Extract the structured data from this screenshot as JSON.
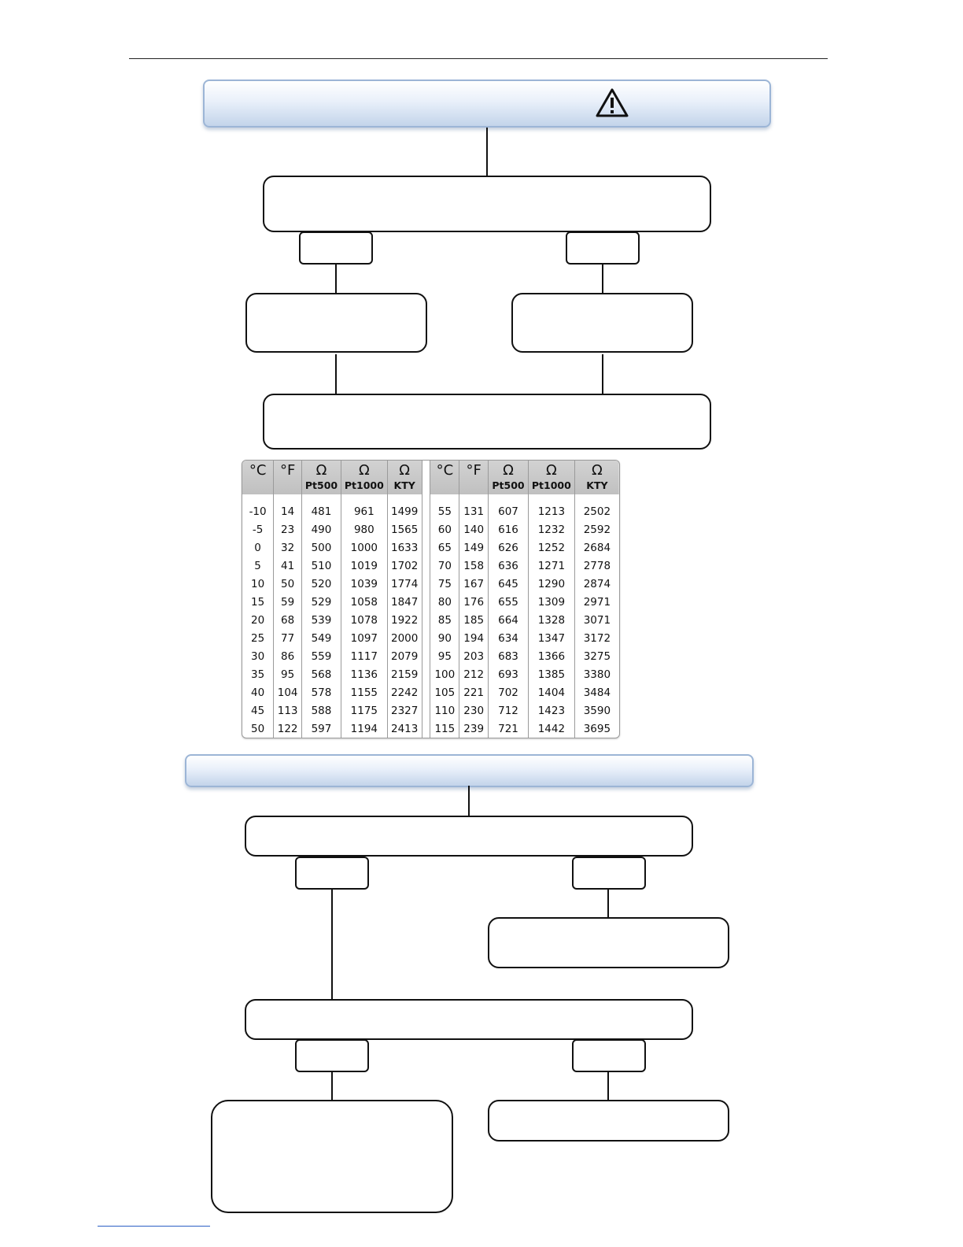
{
  "temperature_table": {
    "headers": [
      {
        "unit": "°C",
        "sub": ""
      },
      {
        "unit": "°F",
        "sub": ""
      },
      {
        "unit": "Ω",
        "sub": "Pt500"
      },
      {
        "unit": "Ω",
        "sub": "Pt1000"
      },
      {
        "unit": "Ω",
        "sub": "KTY"
      },
      {
        "unit": "°C",
        "sub": ""
      },
      {
        "unit": "°F",
        "sub": ""
      },
      {
        "unit": "Ω",
        "sub": "Pt500"
      },
      {
        "unit": "Ω",
        "sub": "Pt1000"
      },
      {
        "unit": "Ω",
        "sub": "KTY"
      }
    ],
    "rows": [
      [
        "-10",
        "14",
        "481",
        "961",
        "1499",
        "55",
        "131",
        "607",
        "1213",
        "2502"
      ],
      [
        "-5",
        "23",
        "490",
        "980",
        "1565",
        "60",
        "140",
        "616",
        "1232",
        "2592"
      ],
      [
        "0",
        "32",
        "500",
        "1000",
        "1633",
        "65",
        "149",
        "626",
        "1252",
        "2684"
      ],
      [
        "5",
        "41",
        "510",
        "1019",
        "1702",
        "70",
        "158",
        "636",
        "1271",
        "2778"
      ],
      [
        "10",
        "50",
        "520",
        "1039",
        "1774",
        "75",
        "167",
        "645",
        "1290",
        "2874"
      ],
      [
        "15",
        "59",
        "529",
        "1058",
        "1847",
        "80",
        "176",
        "655",
        "1309",
        "2971"
      ],
      [
        "20",
        "68",
        "539",
        "1078",
        "1922",
        "85",
        "185",
        "664",
        "1328",
        "3071"
      ],
      [
        "25",
        "77",
        "549",
        "1097",
        "2000",
        "90",
        "194",
        "634",
        "1347",
        "3172"
      ],
      [
        "30",
        "86",
        "559",
        "1117",
        "2079",
        "95",
        "203",
        "683",
        "1366",
        "3275"
      ],
      [
        "35",
        "95",
        "568",
        "1136",
        "2159",
        "100",
        "212",
        "693",
        "1385",
        "3380"
      ],
      [
        "40",
        "104",
        "578",
        "1155",
        "2242",
        "105",
        "221",
        "702",
        "1404",
        "3484"
      ],
      [
        "45",
        "113",
        "588",
        "1175",
        "2327",
        "110",
        "230",
        "712",
        "1423",
        "3590"
      ],
      [
        "50",
        "122",
        "597",
        "1194",
        "2413",
        "115",
        "239",
        "721",
        "1442",
        "3695"
      ]
    ]
  },
  "icons": {
    "warning": "warning-icon"
  },
  "colors": {
    "banner_border": "#9cb5d6",
    "banner_fill": "#c3d4ea",
    "table_header": "#c8c8c8",
    "footer_link": "#2b5fc4"
  }
}
